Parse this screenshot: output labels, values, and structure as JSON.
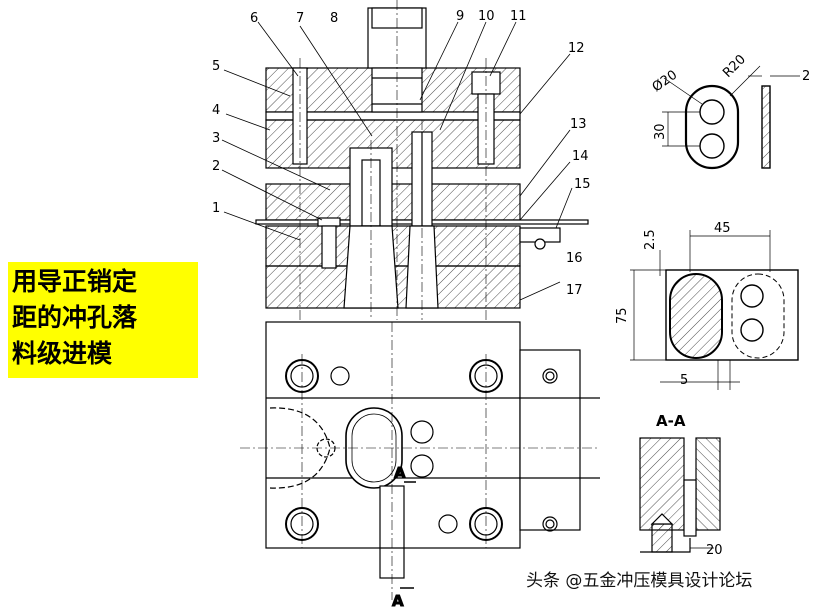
{
  "title_lines": [
    "用导正销定",
    "距的冲孔落",
    "料级进模"
  ],
  "part_numbers": [
    "1",
    "2",
    "3",
    "4",
    "5",
    "6",
    "7",
    "8",
    "9",
    "10",
    "11",
    "12",
    "13",
    "14",
    "15",
    "16",
    "17",
    "20"
  ],
  "dims": {
    "dia": "Ø20",
    "radius": "R20",
    "thick": "2",
    "pitch": "30",
    "top_gap": "2.5",
    "width": "45",
    "height": "75",
    "bottom": "5"
  },
  "section_label": "A-A",
  "section_mark": "A",
  "watermark": "头条 @五金冲压模具设计论坛"
}
